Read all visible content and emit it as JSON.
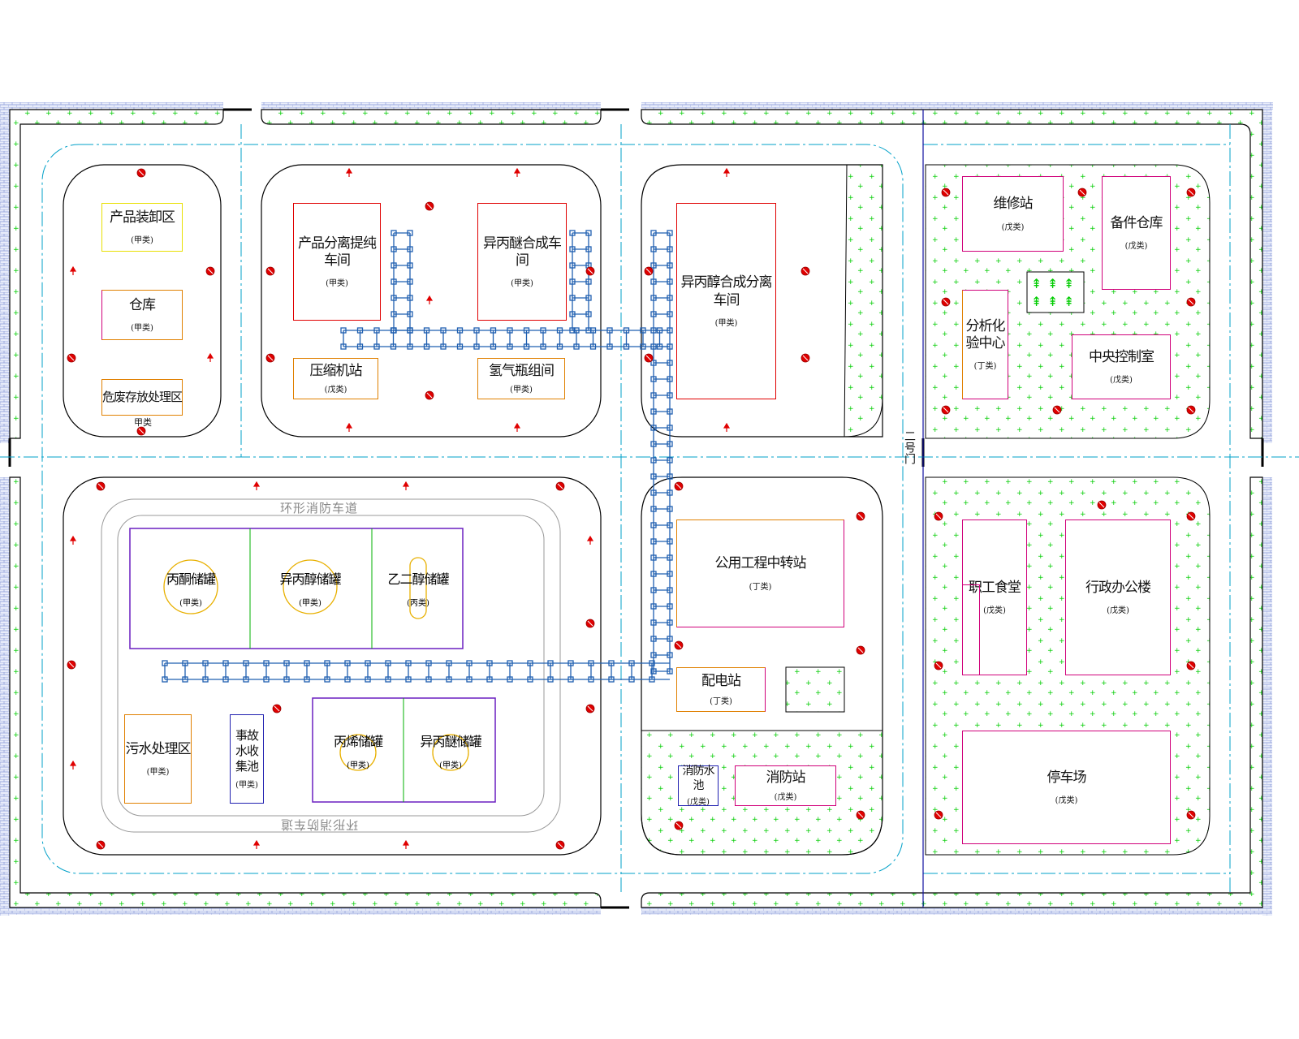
{
  "colors": {
    "wall": "#8a9ad8",
    "greenery": "#00cc00",
    "road_centerline": "#00a0c8",
    "pipe_rack": "#1f5fb0",
    "hydrant": "#e00000",
    "class_a_border": "#e00000",
    "class_border_orange": "#e08000",
    "class_border_magenta": "#d0007a",
    "tank_farm": "#6a1fc0",
    "tank": "#e8b000"
  },
  "icons": {
    "hydrant": "fire-hydrant-icon",
    "arrow": "north-arrow-icon",
    "tree": "tree-icon"
  },
  "gate": {
    "label": "二号门"
  },
  "roads": {
    "ring_fire_lane": "环形消防车道"
  },
  "buildings": {
    "loading": {
      "name": "产品装卸区",
      "cls": "(甲类)"
    },
    "warehouse": {
      "name": "仓库",
      "cls": "(甲类)"
    },
    "hazwaste": {
      "name": "危废存放处理区",
      "cls": "甲类"
    },
    "purification": {
      "name": "产品分离提纯车间",
      "cls": "(甲类)"
    },
    "ether_synthesis": {
      "name": "异丙醚合成车间",
      "cls": "(甲类)"
    },
    "compressor": {
      "name": "压缩机站",
      "cls": "(戊类)"
    },
    "hydrogen": {
      "name": "氢气瓶组间",
      "cls": "(甲类)"
    },
    "ipa_synthesis": {
      "name": "异丙醇合成分离车间",
      "cls": "(甲类)"
    },
    "repair": {
      "name": "维修站",
      "cls": "(戊类)"
    },
    "spares": {
      "name": "备件仓库",
      "cls": "(戊类)"
    },
    "lab": {
      "name": "分析化验中心",
      "cls": "(丁类)"
    },
    "control": {
      "name": "中央控制室",
      "cls": "(戊类)"
    },
    "utility": {
      "name": "公用工程中转站",
      "cls": "(丁类)"
    },
    "substation": {
      "name": "配电站",
      "cls": "(丁类)"
    },
    "fire_pool": {
      "name": "消防水池",
      "cls": "(戊类)"
    },
    "fire_station": {
      "name": "消防站",
      "cls": "(戊类)"
    },
    "canteen": {
      "name": "职工食堂",
      "cls": "(戊类)"
    },
    "office": {
      "name": "行政办公楼",
      "cls": "(戊类)"
    },
    "parking": {
      "name": "停车场",
      "cls": "(戊类)"
    },
    "sewage": {
      "name": "污水处理区",
      "cls": "(甲类)"
    },
    "accident_pool": {
      "name": "事故水收集池",
      "cls": "(甲类)"
    }
  },
  "tanks": {
    "acetone": {
      "name": "丙酮储罐",
      "cls": "(甲类)"
    },
    "ipa": {
      "name": "异丙醇储罐",
      "cls": "(甲类)"
    },
    "glycol": {
      "name": "乙二醇储罐",
      "cls": "(丙类)"
    },
    "propylene": {
      "name": "丙烯储罐",
      "cls": "(甲类)"
    },
    "ether": {
      "name": "异丙醚储罐",
      "cls": "(甲类)"
    }
  }
}
